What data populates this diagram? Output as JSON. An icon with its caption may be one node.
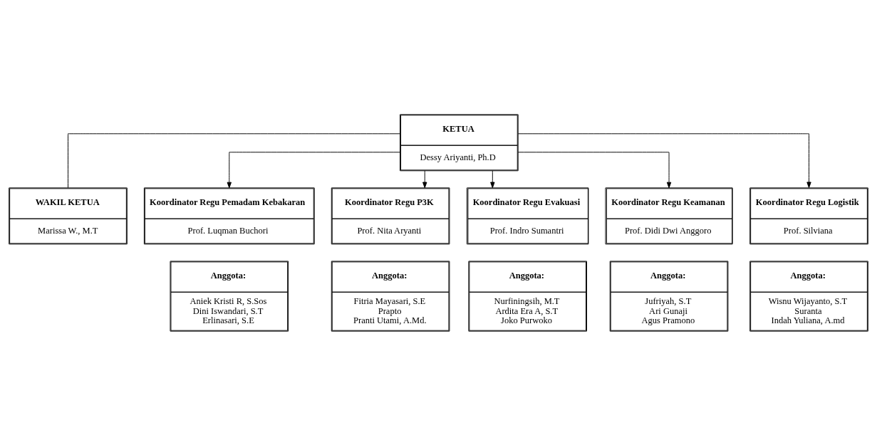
{
  "diagram": {
    "nodes": [
      {
        "text": [
          "KETUA",
          "Dessy Ariyanti, Ph.D"
        ]
      },
      {
        "text": [
          "WAKIL KETUA",
          "Marissa W., M.T"
        ]
      },
      {
        "text": [
          "Koordinator Regu Pemadam Kebakaran",
          "Prof. Luqman Buchori"
        ]
      },
      {
        "text": [
          "Koordinator Regu P3K",
          "Prof. Nita Aryanti"
        ]
      },
      {
        "text": [
          "Koordinator Regu Evakuasi",
          "Prof. Indro Sumantri"
        ]
      },
      {
        "text": [
          "Koordinator Regu Keamanan",
          "Prof. Didi Dwi Anggoro"
        ]
      },
      {
        "text": [
          "Koordinator Regu Logistik",
          "Prof. Silviana"
        ]
      },
      {
        "text": [
          "Anggota:",
          "Aniek Kristi R, S.Sos",
          "Dini Iswandari, S.T",
          "Erlinasari, S.E"
        ]
      },
      {
        "text": [
          "Anggota:",
          "Fitria Mayasari, S.E",
          "Prapto",
          "Pranti Utami, A.Md."
        ]
      },
      {
        "text": [
          "Anggota:",
          "Nurfiningsih, M.T",
          "Ardita Era A, S.T",
          "Joko Purwoko"
        ]
      },
      {
        "text": [
          "Anggota:",
          "Jufriyah, S.T",
          "Ari Gunaji",
          "Agus Pramono"
        ]
      },
      {
        "text": [
          "Anggota:",
          "Wisnu Wijayanto, S.T",
          "Suranta",
          "Indah Yuliana, A.md"
        ]
      }
    ],
    "edges": [
      {
        "from": 0,
        "to": 1,
        "arrow": "none"
      },
      {
        "from": 0,
        "to": 2,
        "arrow": "to"
      },
      {
        "from": 0,
        "to": 3,
        "arrow": "to"
      },
      {
        "from": 0,
        "to": 4,
        "arrow": "to"
      },
      {
        "from": 0,
        "to": 5,
        "arrow": "to"
      },
      {
        "from": 0,
        "to": 6,
        "arrow": "to"
      }
    ]
  }
}
